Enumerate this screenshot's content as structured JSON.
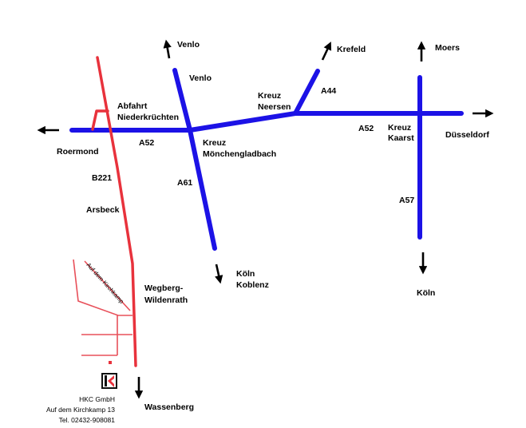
{
  "colors": {
    "motorway": "#1c12e6",
    "main_road": "#e8323c",
    "local_road": "#e8505a",
    "text": "#000000",
    "background": "#ffffff"
  },
  "map": {
    "directions": {
      "venlo_top": "Venlo",
      "krefeld": "Krefeld",
      "moers": "Moers",
      "roermond": "Roermond",
      "duesseldorf": "Düsseldorf",
      "koeln_right": "Köln",
      "koeln_center": "Köln",
      "koblenz": "Koblenz",
      "wassenberg": "Wassenberg"
    },
    "places": {
      "venlo_road": "Venlo",
      "abfahrt": "Abfahrt",
      "niederkruechten": "Niederkrüchten",
      "kreuz_mg_1": "Kreuz",
      "kreuz_mg_2": "Mönchengladbach",
      "kreuz_neersen_1": "Kreuz",
      "kreuz_neersen_2": "Neersen",
      "kreuz_kaarst_1": "Kreuz",
      "kreuz_kaarst_2": "Kaarst",
      "arsbeck": "Arsbeck",
      "wegberg": "Wegberg-",
      "wildenrath": "Wildenrath"
    },
    "roads": {
      "a52_left": "A52",
      "a52_right": "A52",
      "a61": "A61",
      "a44": "A44",
      "a57": "A57",
      "b221": "B221"
    },
    "local_street": "Auf dem Kirchkamp",
    "logo_text": "HK",
    "address": {
      "company": "HKC GmbH",
      "street": "Auf dem Kirchkamp 13",
      "phone": "Tel. 02432-908081"
    }
  }
}
